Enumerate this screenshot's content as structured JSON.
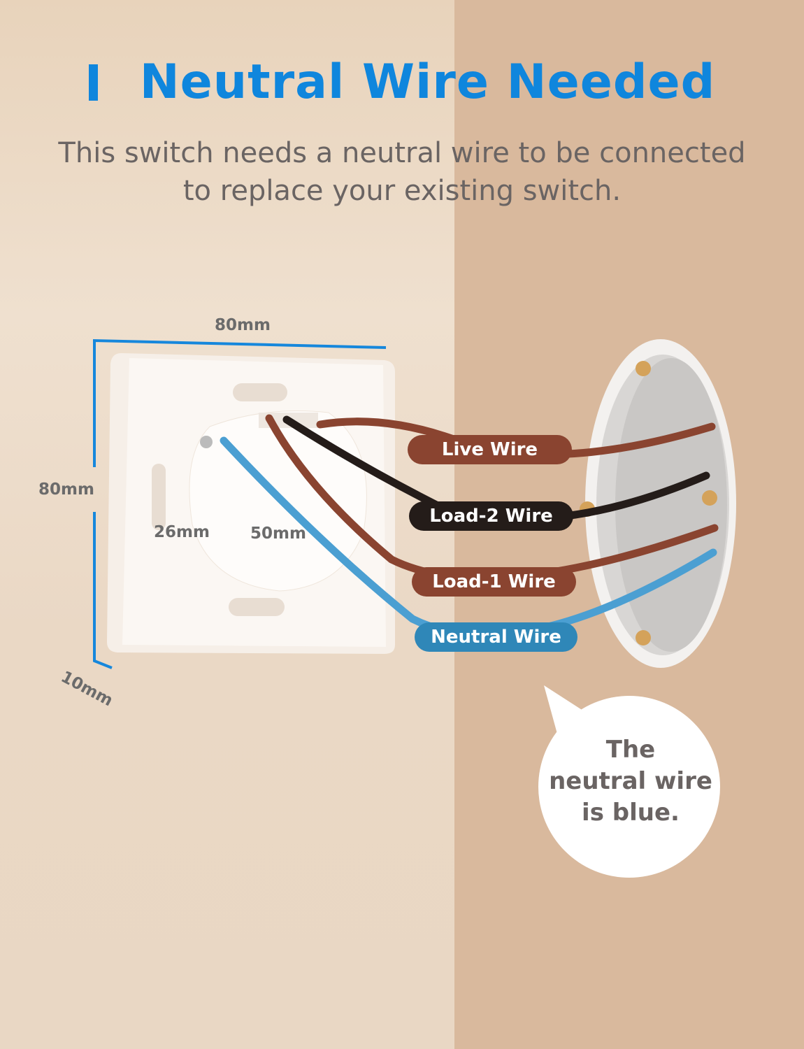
{
  "header": {
    "title": "Neutral Wire Needed",
    "subtitle_line1": "This switch needs a neutral wire to be connected",
    "subtitle_line2": "to replace your existing switch."
  },
  "dimensions": {
    "width": "80mm",
    "height": "80mm",
    "depth": "10mm",
    "module_depth": "26mm",
    "module_diameter": "50mm"
  },
  "wires": [
    {
      "label": "Live Wire",
      "color": "#8a4430"
    },
    {
      "label": "Load-2 Wire",
      "color": "#241c19"
    },
    {
      "label": "Load-1 Wire",
      "color": "#8a4430"
    },
    {
      "label": "Neutral Wire",
      "color": "#2f87b8"
    }
  ],
  "callout": {
    "line1": "The",
    "line2": "neutral wire",
    "line3": "is blue."
  },
  "colors": {
    "accent": "#0f86dd",
    "text_gray": "#6a6463"
  }
}
